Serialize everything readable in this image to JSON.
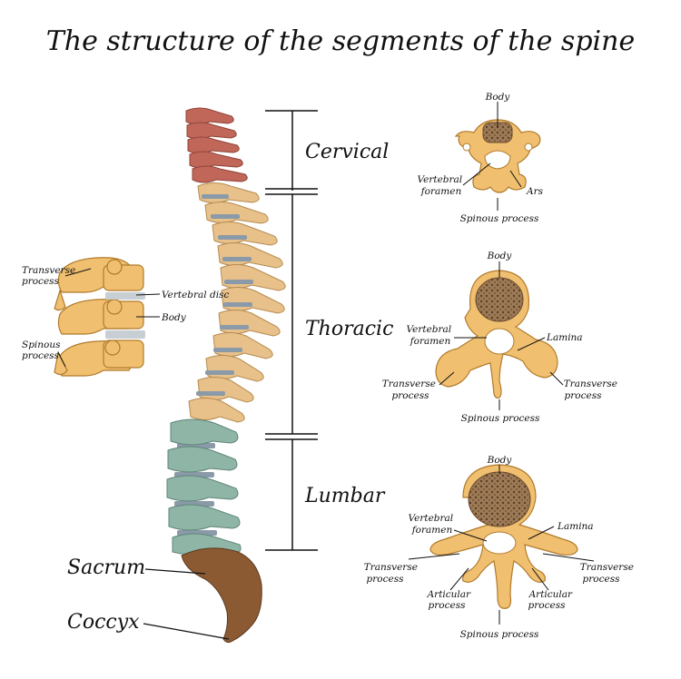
{
  "title": "The structure of the segments of the spine",
  "regions": {
    "cervical": "Cervical",
    "thoracic": "Thoracic",
    "lumbar": "Lumbar",
    "sacrum": "Sacrum",
    "coccyx": "Coccyx"
  },
  "side_view": {
    "transverse_process": [
      "Transverse",
      "process"
    ],
    "vertebral_disc": "Vertebral disc",
    "body": "Body",
    "spinous_process": [
      "Spinous",
      "process"
    ]
  },
  "cervical_vertebra": {
    "body": "Body",
    "vertebral_foramen": [
      "Vertebral",
      "foramen"
    ],
    "ars": "Ars",
    "spinous_process": "Spinous process"
  },
  "thoracic_vertebra": {
    "body": "Body",
    "vertebral_foramen": [
      "Vertebral",
      "foramen"
    ],
    "lamina": "Lamina",
    "transverse_process_left": [
      "Transverse",
      "process"
    ],
    "transverse_process_right": [
      "Transverse",
      "process"
    ],
    "spinous_process": "Spinous process"
  },
  "lumbar_vertebra": {
    "body": "Body",
    "vertebral_foramen": [
      "Vertebral",
      "foramen"
    ],
    "lamina": "Lamina",
    "transverse_process_left": [
      "Transverse",
      "process"
    ],
    "transverse_process_right": [
      "Transverse",
      "process"
    ],
    "articular_process_left": [
      "Articular",
      "process"
    ],
    "articular_process_right": [
      "Articular",
      "process"
    ],
    "spinous_process": "Spinous process"
  },
  "colors": {
    "cervical": "#c0675a",
    "thoracic": "#e8c08a",
    "lumbar": "#8fb5a6",
    "disc": "#8a9aa8",
    "sacrum": "#8b5a33",
    "bone": "#f0c070",
    "bone_stroke": "#b07a2a",
    "spongy": "#8a6a4a"
  }
}
